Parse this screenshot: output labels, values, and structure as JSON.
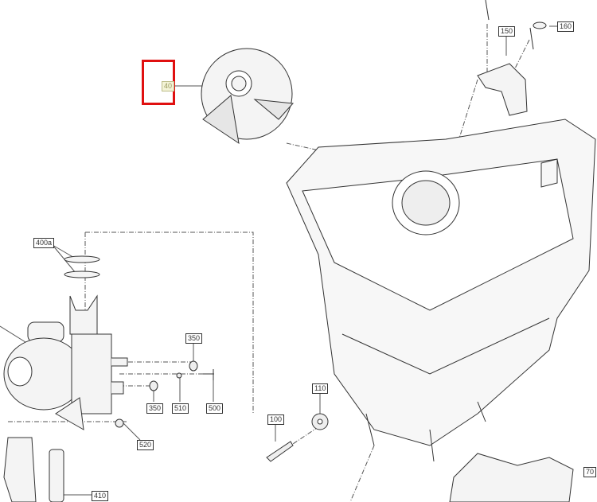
{
  "diagram": {
    "callouts": [
      {
        "id": "c40",
        "text": "40",
        "highlighted": true
      },
      {
        "id": "c150",
        "text": "150"
      },
      {
        "id": "c160",
        "text": "160"
      },
      {
        "id": "c400a",
        "text": "400a"
      },
      {
        "id": "c350a",
        "text": "350"
      },
      {
        "id": "c350b",
        "text": "350"
      },
      {
        "id": "c510",
        "text": "510"
      },
      {
        "id": "c500",
        "text": "500"
      },
      {
        "id": "c520",
        "text": "520"
      },
      {
        "id": "c410",
        "text": "410"
      },
      {
        "id": "c110",
        "text": "110"
      },
      {
        "id": "c100",
        "text": "100"
      },
      {
        "id": "c70",
        "text": "70"
      }
    ],
    "selection_color": "#e01010"
  }
}
